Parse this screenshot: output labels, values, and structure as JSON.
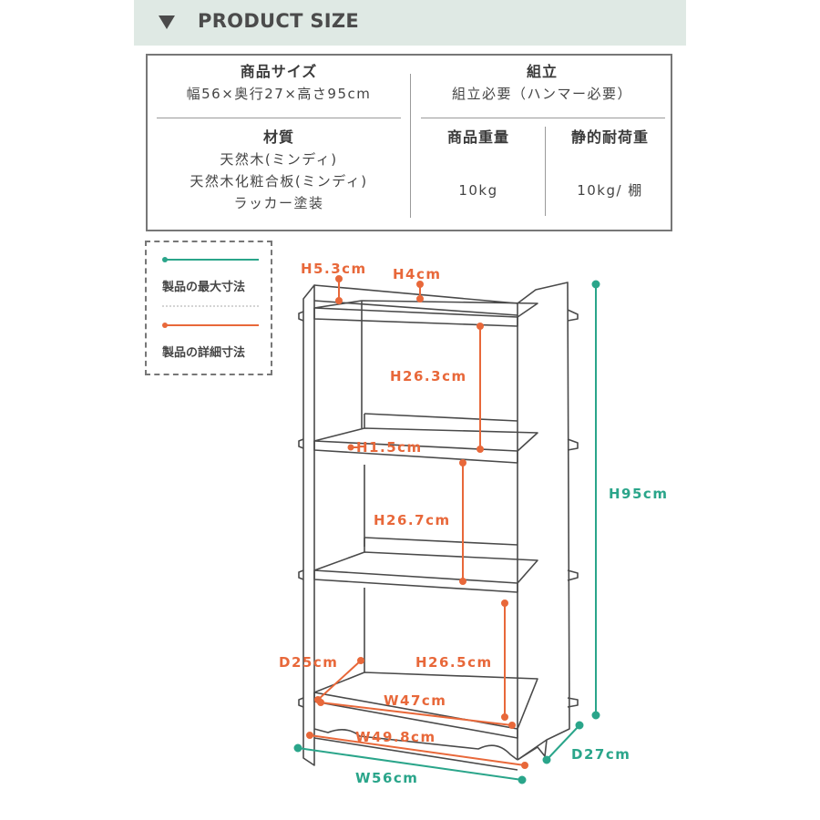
{
  "header": {
    "title": "PRODUCT SIZE",
    "icon": "triangle-down-icon"
  },
  "spec": {
    "size": {
      "label": "商品サイズ",
      "value": "幅56×奥行27×高さ95cm"
    },
    "assembly": {
      "label": "組立",
      "value": "組立必要（ハンマー必要）"
    },
    "material": {
      "label": "材質",
      "lines": [
        "天然木(ミンディ)",
        "天然木化粧合板(ミンディ)",
        "ラッカー塗装"
      ]
    },
    "weight": {
      "label": "商品重量",
      "value": "10kg"
    },
    "load": {
      "label": "静的耐荷重",
      "value": "10kg/ 棚"
    }
  },
  "legend": {
    "max": "製品の最大寸法",
    "detail": "製品の詳細寸法"
  },
  "colors": {
    "max": "#2aa58a",
    "detail": "#e8683a",
    "banner": "#dfe9e4",
    "text": "#3c3c3c"
  },
  "dimensions": {
    "top_panel": "H5.3cm",
    "top_gap": "H4cm",
    "shelf1": "H26.3cm",
    "thickness": "H1.5cm",
    "shelf2": "H26.7cm",
    "shelf3": "H26.5cm",
    "inner_depth": "D25cm",
    "inner_width": "W47cm",
    "base_width": "W49.8cm",
    "total_width": "W56cm",
    "total_depth": "D27cm",
    "total_height": "H95cm"
  }
}
